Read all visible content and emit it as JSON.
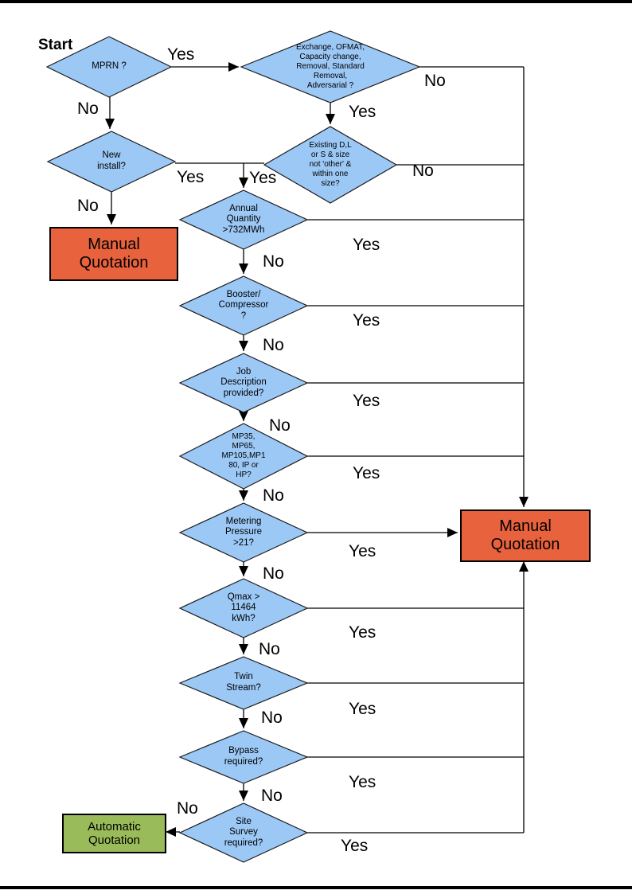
{
  "start_label": "Start",
  "colors": {
    "decision_fill": "#9CC8F6",
    "decision_border": "#1a1a1a",
    "manual_fill": "#E8623D",
    "auto_fill": "#9ABB59",
    "line": "#000000"
  },
  "nodes": {
    "mprn": {
      "label": "MPRN ?"
    },
    "exchange": {
      "label": "Exchange, OFMAT,\nCapacity change,\nRemoval, Standard\nRemoval,\nAdversarial ?"
    },
    "new_install": {
      "label": "New\ninstall?"
    },
    "existing": {
      "label": "Existing D,L\nor S & size\nnot 'other' &\nwithin one\nsize?"
    },
    "annual": {
      "label": "Annual\nQuantity\n>732MWh"
    },
    "booster": {
      "label": "Booster/\nCompressor\n?"
    },
    "job": {
      "label": "Job\nDescription\nprovided?"
    },
    "mp35": {
      "label": "MP35,\nMP65,\nMP105,MP1\n80, IP or\nHP?"
    },
    "metering": {
      "label": "Metering\nPressure\n>21?"
    },
    "qmax": {
      "label": "Qmax >\n11464\nkWh?"
    },
    "twin": {
      "label": "Twin\nStream?"
    },
    "bypass": {
      "label": "Bypass\nrequired?"
    },
    "site": {
      "label": "Site\nSurvey\nrequired?"
    },
    "manual_left": {
      "label": "Manual\nQuotation"
    },
    "manual_right": {
      "label": "Manual\nQuotation"
    },
    "auto": {
      "label": "Automatic\nQuotation"
    }
  },
  "edge_labels": {
    "mprn_yes": "Yes",
    "mprn_no": "No",
    "exchange_no": "No",
    "exchange_yes": "Yes",
    "newinstall_yes": "Yes",
    "junction_yes": "Yes",
    "existing_no": "No",
    "newinstall_no": "No",
    "annual_yes": "Yes",
    "annual_no": "No",
    "booster_yes": "Yes",
    "booster_no": "No",
    "job_yes": "Yes",
    "job_no": "No",
    "mp35_yes": "Yes",
    "mp35_no": "No",
    "metering_yes": "Yes",
    "metering_no": "No",
    "qmax_yes": "Yes",
    "qmax_no": "No",
    "twin_yes": "Yes",
    "twin_no": "No",
    "bypass_yes": "Yes",
    "bypass_no": "No",
    "site_no": "No",
    "site_yes": "Yes"
  }
}
